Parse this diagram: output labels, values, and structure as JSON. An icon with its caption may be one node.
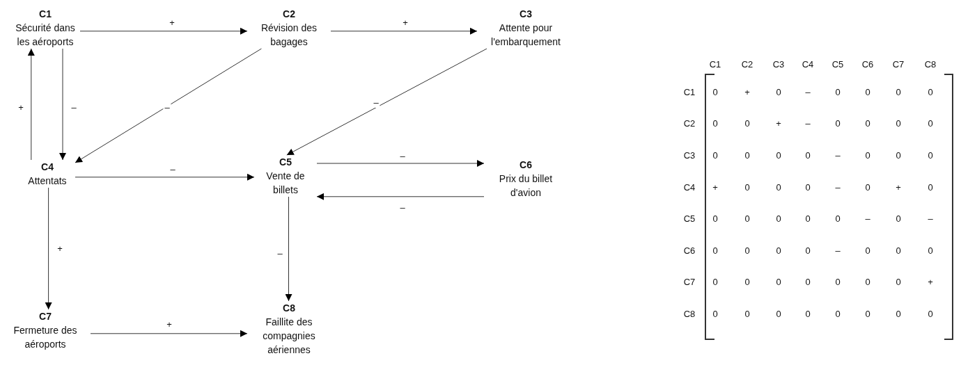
{
  "diagram": {
    "nodes": [
      {
        "text": [
          "C1",
          "Sécurité dans les aéroports"
        ]
      },
      {
        "text": [
          "C2",
          "Révision des bagages"
        ]
      },
      {
        "text": [
          "C3",
          "Attente pour l'embarquement"
        ]
      },
      {
        "text": [
          "C4",
          "Attentats"
        ]
      },
      {
        "text": [
          "C5",
          "Vente de billets"
        ]
      },
      {
        "text": [
          "C6",
          "Prix du billet d'avion"
        ]
      },
      {
        "text": [
          "C7",
          "Fermeture des aéroports"
        ]
      },
      {
        "text": [
          "C8",
          "Faillite des compagnies aériennes"
        ]
      }
    ],
    "edges": [
      {
        "from": 0,
        "to": 1,
        "arrow": "to",
        "label": "+"
      },
      {
        "from": 1,
        "to": 2,
        "arrow": "to",
        "label": "+"
      },
      {
        "from": 0,
        "to": 3,
        "arrow": "to",
        "label": "–"
      },
      {
        "from": 3,
        "to": 0,
        "arrow": "to",
        "label": "+"
      },
      {
        "from": 1,
        "to": 3,
        "arrow": "to",
        "label": "–"
      },
      {
        "from": 2,
        "to": 4,
        "arrow": "to",
        "label": "–"
      },
      {
        "from": 3,
        "to": 4,
        "arrow": "to",
        "label": "–"
      },
      {
        "from": 4,
        "to": 5,
        "arrow": "to",
        "label": "–"
      },
      {
        "from": 5,
        "to": 4,
        "arrow": "to",
        "label": "–"
      },
      {
        "from": 3,
        "to": 6,
        "arrow": "to",
        "label": "+"
      },
      {
        "from": 4,
        "to": 7,
        "arrow": "to",
        "label": "–"
      },
      {
        "from": 6,
        "to": 7,
        "arrow": "to",
        "label": "+"
      }
    ],
    "labels": [
      "C1",
      "C2",
      "C3",
      "C4",
      "C5",
      "C6",
      "C7",
      "C8",
      "C1",
      "0",
      "+",
      "0",
      "–",
      "0",
      "0",
      "0",
      "0",
      "C2",
      "0",
      "0",
      "+",
      "–",
      "0",
      "0",
      "0",
      "0",
      "C3",
      "0",
      "0",
      "0",
      "0",
      "–",
      "0",
      "0",
      "0",
      "C4",
      "+",
      "0",
      "0",
      "0",
      "–",
      "0",
      "+",
      "0",
      "C5",
      "0",
      "0",
      "0",
      "0",
      "0",
      "–",
      "0",
      "–",
      "C6",
      "0",
      "0",
      "0",
      "0",
      "–",
      "0",
      "0",
      "0",
      "C7",
      "0",
      "0",
      "0",
      "0",
      "0",
      "0",
      "0",
      "+",
      "C8",
      "0",
      "0",
      "0",
      "0",
      "0",
      "0",
      "0",
      "0"
    ]
  }
}
